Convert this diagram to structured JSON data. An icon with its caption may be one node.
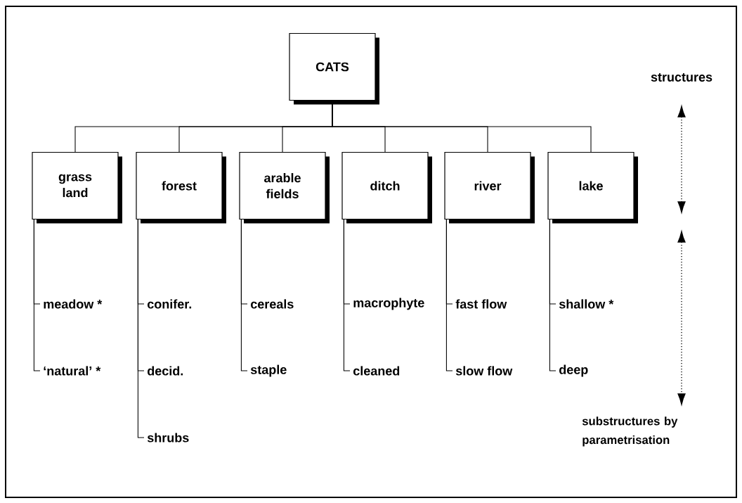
{
  "diagram": {
    "nodes": [
      {
        "text": [
          "CATS"
        ]
      },
      {
        "text": [
          "grass land"
        ]
      },
      {
        "text": [
          "forest"
        ]
      },
      {
        "text": [
          "arable fields"
        ]
      },
      {
        "text": [
          "ditch"
        ]
      },
      {
        "text": [
          "river"
        ]
      },
      {
        "text": [
          "lake"
        ]
      },
      {
        "text": [
          "meadow *"
        ]
      },
      {
        "text": [
          "‘natural’ *"
        ]
      },
      {
        "text": [
          "conifer."
        ]
      },
      {
        "text": [
          "decid."
        ]
      },
      {
        "text": [
          "shrubs"
        ]
      },
      {
        "text": [
          "cereals"
        ]
      },
      {
        "text": [
          "staple"
        ]
      },
      {
        "text": [
          "macrophyte"
        ]
      },
      {
        "text": [
          "cleaned"
        ]
      },
      {
        "text": [
          "fast flow"
        ]
      },
      {
        "text": [
          "slow flow"
        ]
      },
      {
        "text": [
          "shallow *"
        ]
      },
      {
        "text": [
          "deep"
        ]
      }
    ],
    "edges": [
      {
        "from": 0,
        "to": 1,
        "arrow": "none"
      },
      {
        "from": 0,
        "to": 2,
        "arrow": "none"
      },
      {
        "from": 0,
        "to": 3,
        "arrow": "none"
      },
      {
        "from": 0,
        "to": 4,
        "arrow": "none"
      },
      {
        "from": 0,
        "to": 5,
        "arrow": "none"
      },
      {
        "from": 0,
        "to": 6,
        "arrow": "none"
      },
      {
        "from": 1,
        "to": 7,
        "arrow": "none"
      },
      {
        "from": 1,
        "to": 8,
        "arrow": "none"
      },
      {
        "from": 2,
        "to": 9,
        "arrow": "none"
      },
      {
        "from": 2,
        "to": 10,
        "arrow": "none"
      },
      {
        "from": 2,
        "to": 11,
        "arrow": "none"
      },
      {
        "from": 3,
        "to": 12,
        "arrow": "none"
      },
      {
        "from": 3,
        "to": 13,
        "arrow": "none"
      },
      {
        "from": 4,
        "to": 14,
        "arrow": "none"
      },
      {
        "from": 4,
        "to": 15,
        "arrow": "none"
      },
      {
        "from": 5,
        "to": 16,
        "arrow": "none"
      },
      {
        "from": 5,
        "to": 17,
        "arrow": "none"
      },
      {
        "from": 6,
        "to": 18,
        "arrow": "none"
      },
      {
        "from": 6,
        "to": 19,
        "arrow": "none"
      }
    ],
    "labels": [
      "structures",
      "substructures by parametrisation"
    ]
  }
}
